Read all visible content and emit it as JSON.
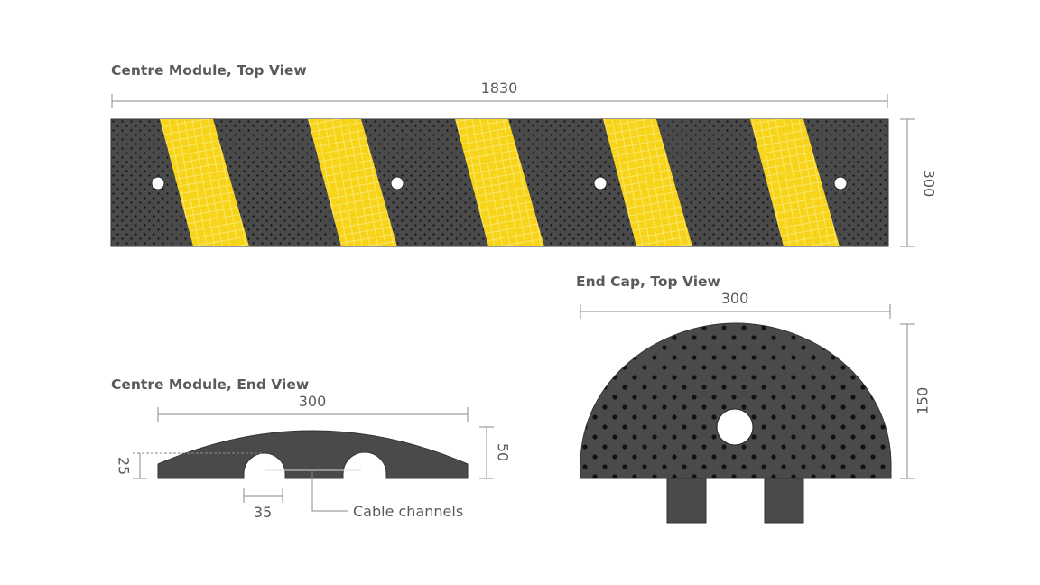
{
  "views": {
    "centre_top": {
      "title": "Centre Module, Top View",
      "length_dim": "1830",
      "width_dim": "300"
    },
    "centre_end": {
      "title": "Centre Module, End View",
      "width_dim": "300",
      "height_dim": "50",
      "edge_dim": "25",
      "channel_dim": "35",
      "callout": "Cable channels"
    },
    "endcap_top": {
      "title": "End Cap, Top View",
      "width_dim": "300",
      "height_dim": "150"
    }
  },
  "colors": {
    "rubber": "#4a4a4a",
    "stripe": "#f7d417",
    "dim_line": "#8a8a8a",
    "text": "#5a5a5a"
  }
}
